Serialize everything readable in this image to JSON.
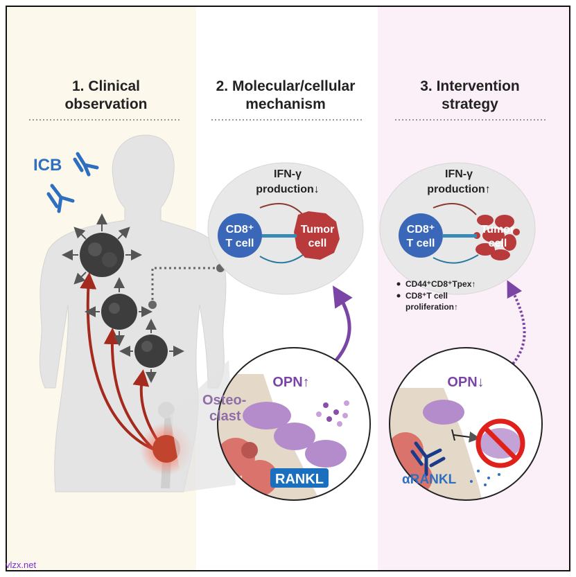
{
  "panels": [
    {
      "title_line1": "1. Clinical",
      "title_line2": "observation",
      "bg": "#fcf8ec"
    },
    {
      "title_line1": "2. Molecular/cellular",
      "title_line2": "mechanism",
      "bg": "#ffffff"
    },
    {
      "title_line1": "3. Intervention",
      "title_line2": "strategy",
      "bg": "#fbf0f8"
    }
  ],
  "panel1": {
    "icb_label": "ICB"
  },
  "panel2": {
    "ifn_line1": "IFN-γ",
    "ifn_line2": "production↓",
    "cd8_line1": "CD8⁺",
    "cd8_line2": "T cell",
    "tumor_line1": "Tumor",
    "tumor_line2": "cell",
    "opn_label": "OPN↑",
    "osteoclast_line1": "Osteo-",
    "osteoclast_line2": "clast",
    "rankl_label": "RANKL"
  },
  "panel3": {
    "ifn_line1": "IFN-γ",
    "ifn_line2": "production↑",
    "cd8_line1": "CD8⁺",
    "cd8_line2": "T cell",
    "tumor_line1": "Tumor",
    "tumor_line2": "cell",
    "bullets": [
      "CD44⁺CD8⁺Tpex↑",
      "CD8⁺T cell",
      "proliferation↑"
    ],
    "opn_label": "OPN↓",
    "anti_rankl_label": "αRANKL"
  },
  "colors": {
    "cd8": "#3a67b8",
    "tumor": "#b83a3a",
    "osteoclast": "#9b70b8",
    "antibody": "#2f6fc0",
    "arrow_red": "#a52a1e",
    "arrow_purple": "#7b45a6"
  },
  "watermark": "vlzx.net"
}
